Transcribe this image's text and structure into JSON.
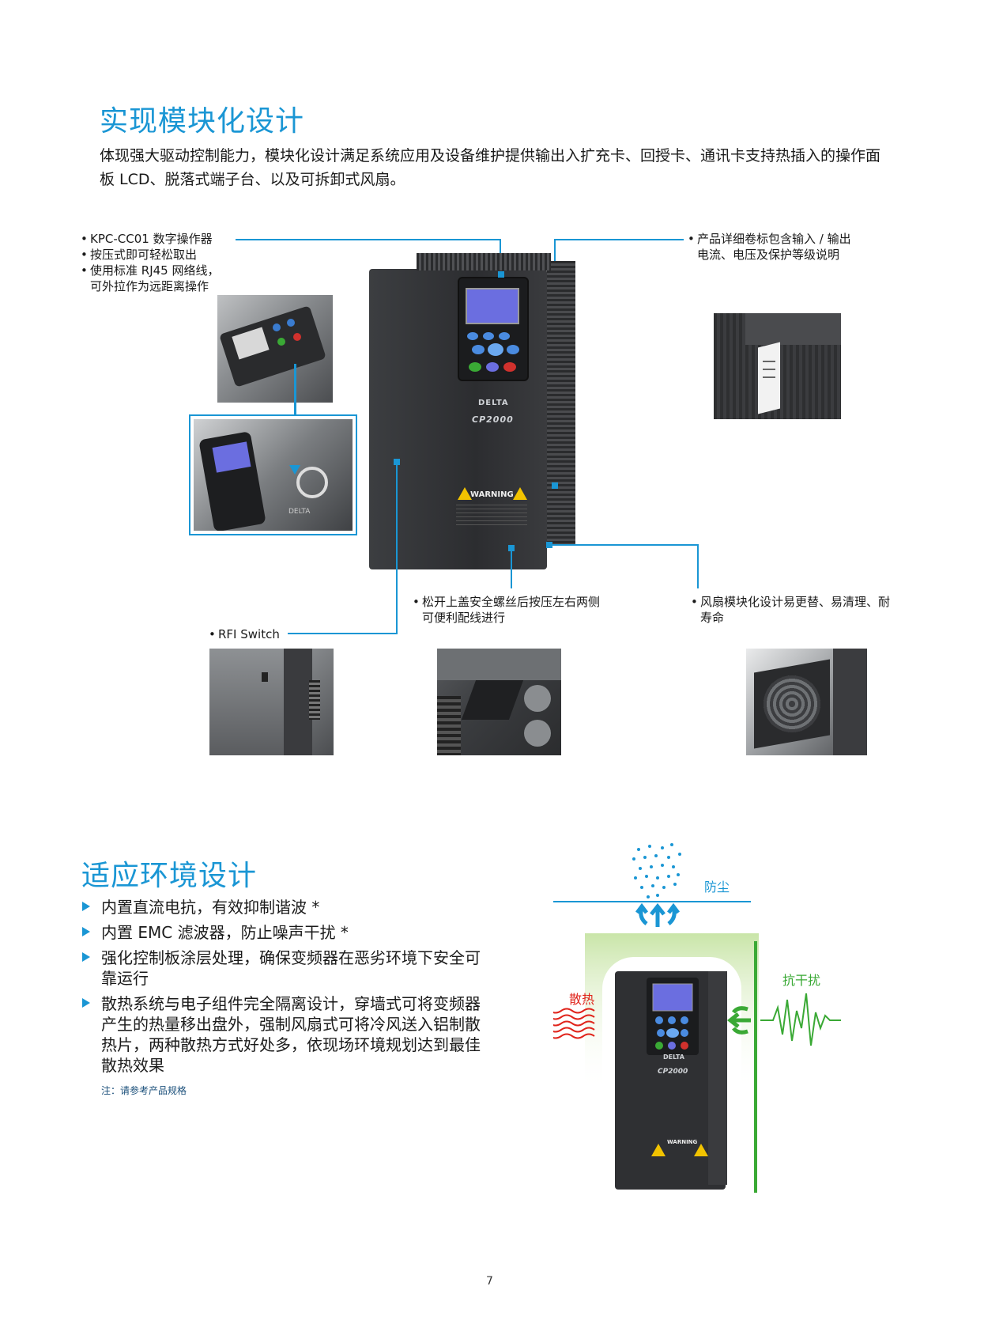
{
  "section1": {
    "title": "实现模块化设计",
    "paragraph": "体现强大驱动控制能力，模块化设计满足系统应用及设备维护提供输出入扩充卡、回授卡、通讯卡支持热插入的操作面板 LCD、脱落式端子台、以及可拆卸式风扇。"
  },
  "callouts": {
    "keypad": [
      "KPC-CC01 数字操作器",
      "按压式即可轻松取出",
      "使用标准 RJ45 网络线，",
      "可外拉作为远距离操作"
    ],
    "label": [
      "产品详细卷标包含输入 / 输出",
      "电流、电压及保护等级说明"
    ],
    "cover": [
      "松开上盖安全螺丝后按压左右两侧",
      "可便利配线进行"
    ],
    "fan": [
      "风扇模块化设计易更替、易清理、耐",
      "寿命"
    ],
    "rfi": "RFI Switch"
  },
  "drive": {
    "logo": "DELTA",
    "model": "CP2000",
    "warning": "WARNING"
  },
  "section2": {
    "title": "适应环境设计",
    "items": [
      "内置直流电抗，有效抑制谐波 *",
      "内置 EMC 滤波器，防止噪声干扰 *",
      "强化控制板涂层处理，确保变频器在恶劣环境下安全可靠运行",
      "散热系统与电子组件完全隔离设计，穿墙式可将变频器产生的热量移出盘外，强制风扇式可将冷风送入铝制散热片，两种散热方式好处多，依现场环境规划达到最佳散热效果"
    ],
    "note": "注：请参考产品规格",
    "labels": {
      "dust": "防尘",
      "heat": "散热",
      "interference": "抗干扰"
    },
    "colors": {
      "dust": "#1a96d4",
      "heat": "#e0241b",
      "interference": "#3aa935"
    }
  },
  "page_number": "7"
}
